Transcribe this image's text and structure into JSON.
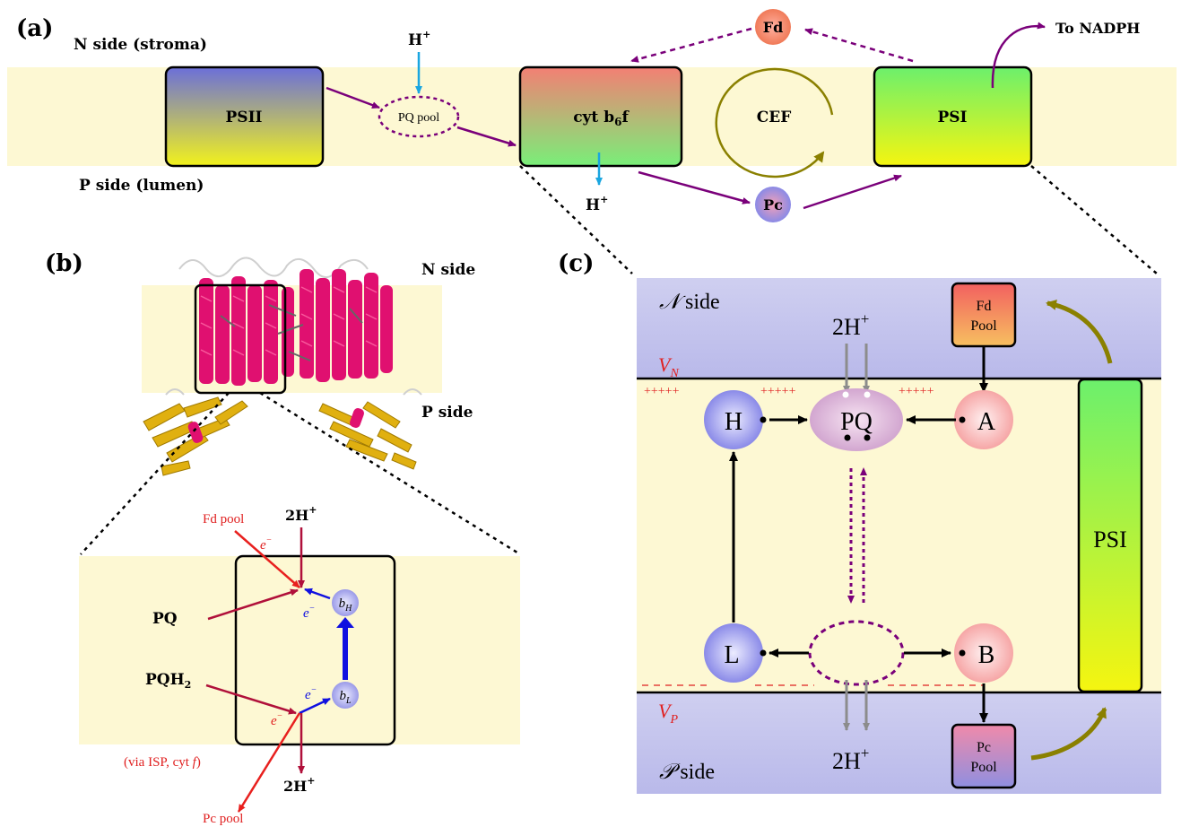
{
  "panel_a": {
    "label": "(a)",
    "n_side": "N side (stroma)",
    "p_side": "P side (lumen)",
    "psii": "PSII",
    "pq_pool": "PQ pool",
    "cyt_b6f_main": "cyt b",
    "cyt_b6f_sub": "6",
    "cyt_b6f_end": "f",
    "cef": "CEF",
    "psi": "PSI",
    "fd": "Fd",
    "pc": "Pc",
    "h_plus_top": "H",
    "h_plus_bottom": "H",
    "plus": "+",
    "to_nadph": "To NADPH"
  },
  "panel_b": {
    "label": "(b)",
    "n_side": "N side",
    "p_side": "P side",
    "fd_pool": "Fd pool",
    "two_h_top": "2H",
    "two_h_bottom": "2H",
    "plus": "+",
    "e_minus": "e",
    "minus": "−",
    "pq": "PQ",
    "pqh2_main": "PQH",
    "pqh2_sub": "2",
    "bh_main": "b",
    "bh_sub": "H",
    "bl_main": "b",
    "bl_sub": "L",
    "via": "(via ISP, cyt ",
    "via_f": "f",
    "via_close": ")",
    "pc_pool": "Pc pool"
  },
  "panel_c": {
    "label": "(c)",
    "n_side_letter": "𝒩",
    "n_side_word": " side",
    "p_side_letter": "𝒫",
    "p_side_word": " side",
    "two_h_top": "2H",
    "two_h_bottom": "2H",
    "plus": "+",
    "fd_pool_line1": "Fd",
    "fd_pool_line2": "Pool",
    "pc_pool_line1": "Pc",
    "pc_pool_line2": "Pool",
    "vn_main": "V",
    "vn_sub": "N",
    "vp_main": "V",
    "vp_sub": "P",
    "plus_marks": "+++++",
    "node_h": "H",
    "node_pq": "PQ",
    "node_a": "A",
    "node_l": "L",
    "node_b": "B",
    "psi": "PSI"
  },
  "colors": {
    "membrane": "#fdf8d3",
    "arrow_purple": "#7a007a",
    "arrow_blue": "#1aa6e0",
    "arrow_crimson": "#b0103a",
    "arrow_red": "#e8201e",
    "electron_blue": "#1010e0",
    "olive": "#8a8000",
    "annotation_red": "#e02020"
  }
}
